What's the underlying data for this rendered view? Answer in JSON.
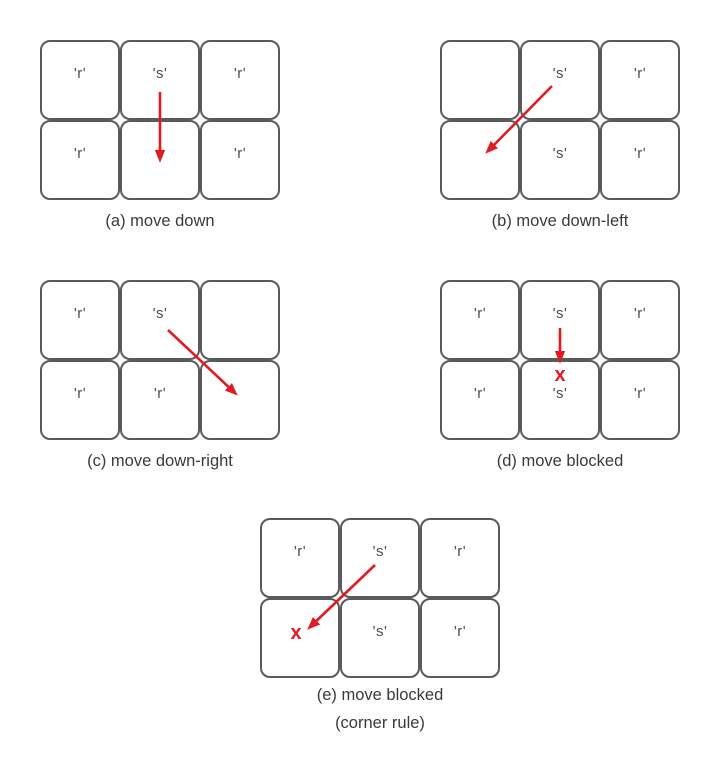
{
  "figure": {
    "background": "#ffffff",
    "colors": {
      "cell_border": "#595a5c",
      "cell_fill": "#ffffff",
      "label_text": "#4c4c4c",
      "caption_text": "#3a3a3a",
      "arrow_red": "#e01b24"
    },
    "diagrams": {
      "a": {
        "caption": "(a) move down",
        "cells": [
          "'r'",
          "'s'",
          "'r'",
          "'r'",
          "",
          "'r'"
        ]
      },
      "b": {
        "caption": "(b) move down-left",
        "cells": [
          "",
          "'s'",
          "'r'",
          "",
          "'s'",
          "'r'"
        ]
      },
      "c": {
        "caption": "(c) move down-right",
        "cells": [
          "'r'",
          "'s'",
          "",
          "'r'",
          "'r'",
          ""
        ]
      },
      "d": {
        "caption": "(d) move blocked",
        "cells": [
          "'r'",
          "'s'",
          "'r'",
          "'r'",
          "'s'",
          "'r'"
        ],
        "x_mark": "x"
      },
      "e": {
        "caption": "(e) move blocked",
        "caption2": "(corner rule)",
        "cells": [
          "'r'",
          "'s'",
          "'r'",
          "",
          "'s'",
          "'r'"
        ],
        "x_mark": "x"
      }
    }
  }
}
